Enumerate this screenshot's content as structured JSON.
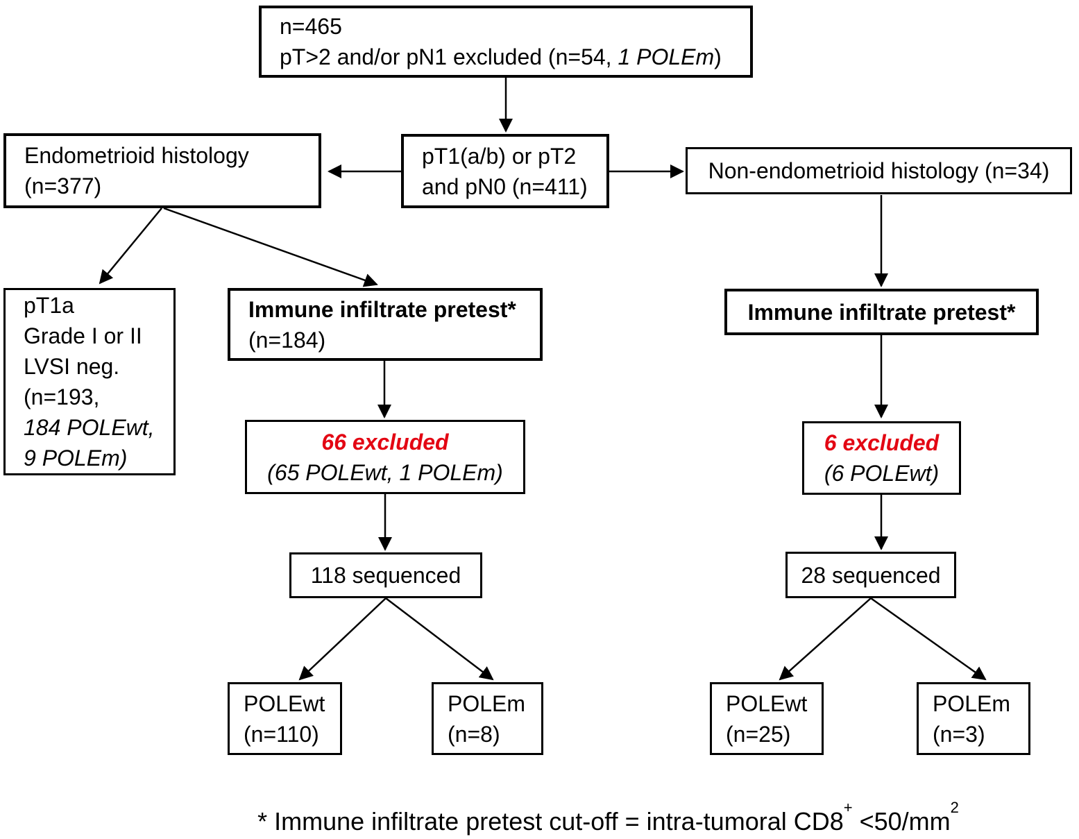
{
  "colors": {
    "highlight_red": "#e30613",
    "line": "#000000",
    "background": "#ffffff"
  },
  "boxes": {
    "total": {
      "line1": "n=465",
      "line2_pre": "pT>2 and/or pN1 excluded (n=54, ",
      "line2_italic": "1 POLEm",
      "line2_post": ")"
    },
    "endometrioid": {
      "line1": "Endometrioid histology",
      "line2": "(n=377)"
    },
    "stage": {
      "line1": "pT1(a/b) or pT2",
      "line2": "and pN0 (n=411)"
    },
    "non_endometrioid": {
      "line1": "Non-endometrioid histology (n=34)"
    },
    "pt1a_low_risk": {
      "line1": "pT1a",
      "line2": "Grade I or II",
      "line3": "LVSI neg.",
      "line4": "(n=193,",
      "line5_italic": "184 POLEwt,",
      "line6_italic": "9 POLEm)"
    },
    "immune_pretest_endo": {
      "line1": "Immune infiltrate pretest*",
      "line2": "(n=184)"
    },
    "immune_pretest_nonendo": {
      "line1": "Immune infiltrate pretest*"
    },
    "excluded_endo": {
      "line1": "66 excluded",
      "line2": "(65 POLEwt, 1 POLEm)"
    },
    "excluded_nonendo": {
      "line1": "6 excluded",
      "line2": "(6 POLEwt)"
    },
    "sequenced_endo": {
      "line1": "118 sequenced"
    },
    "sequenced_nonendo": {
      "line1": "28 sequenced"
    },
    "polewt_endo": {
      "line1": "POLEwt",
      "line2": "(n=110)"
    },
    "polem_endo": {
      "line1": "POLEm",
      "line2": "(n=8)"
    },
    "polewt_nonendo": {
      "line1": "POLEwt",
      "line2": "(n=25)"
    },
    "polem_nonendo": {
      "line1": "POLEm",
      "line2": "(n=3)"
    }
  },
  "footnote": {
    "pre": "* Immune infiltrate pretest cut-off = intra-tumoral CD8",
    "sup1": "+",
    "mid": " <50/mm",
    "sup2": "2"
  }
}
